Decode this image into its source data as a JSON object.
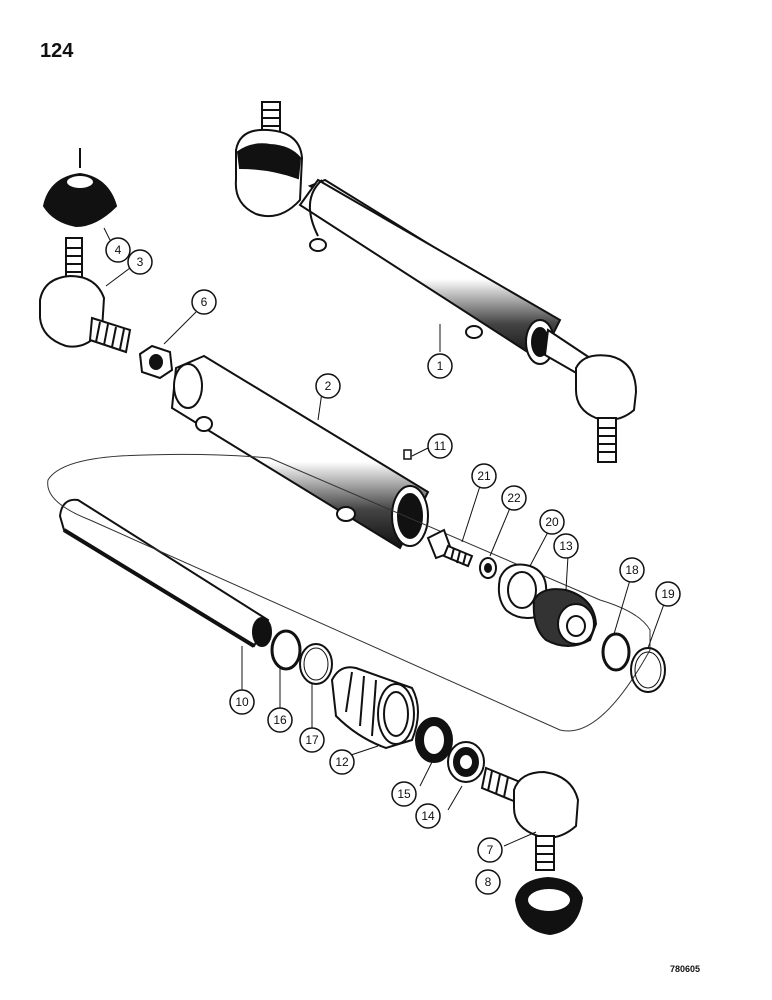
{
  "page_number": "124",
  "drawing_code": "780605",
  "callouts": [
    {
      "id": "1",
      "label": "1"
    },
    {
      "id": "2",
      "label": "2"
    },
    {
      "id": "3",
      "label": "3"
    },
    {
      "id": "4",
      "label": "4"
    },
    {
      "id": "6",
      "label": "6"
    },
    {
      "id": "7",
      "label": "7"
    },
    {
      "id": "8",
      "label": "8"
    },
    {
      "id": "10",
      "label": "10"
    },
    {
      "id": "11",
      "label": "11"
    },
    {
      "id": "12",
      "label": "12"
    },
    {
      "id": "13",
      "label": "13"
    },
    {
      "id": "14",
      "label": "14"
    },
    {
      "id": "15",
      "label": "15"
    },
    {
      "id": "16",
      "label": "16"
    },
    {
      "id": "17",
      "label": "17"
    },
    {
      "id": "18",
      "label": "18"
    },
    {
      "id": "19",
      "label": "19"
    },
    {
      "id": "20",
      "label": "20"
    },
    {
      "id": "21",
      "label": "21"
    },
    {
      "id": "22",
      "label": "22"
    }
  ]
}
